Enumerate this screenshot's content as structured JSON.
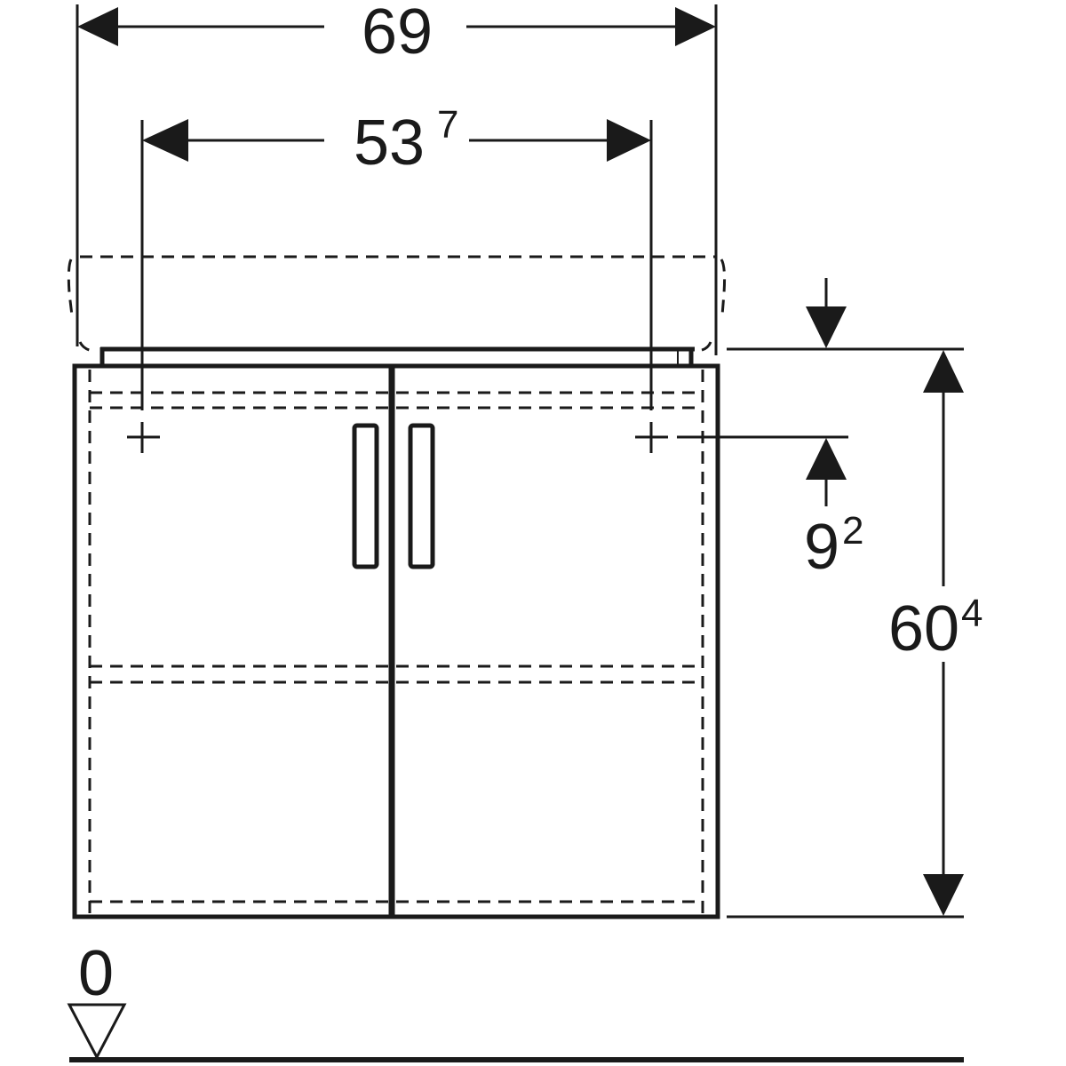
{
  "dimensions": {
    "overall_width": {
      "main": "69",
      "sup": ""
    },
    "hole_spacing": {
      "main": "53",
      "sup": "7"
    },
    "hole_height": {
      "main": "9",
      "sup": "2"
    },
    "cabinet_height": {
      "main": "60",
      "sup": "4"
    },
    "floor_level": "0"
  },
  "colors": {
    "line": "#1a1a1a",
    "background": "#ffffff"
  }
}
